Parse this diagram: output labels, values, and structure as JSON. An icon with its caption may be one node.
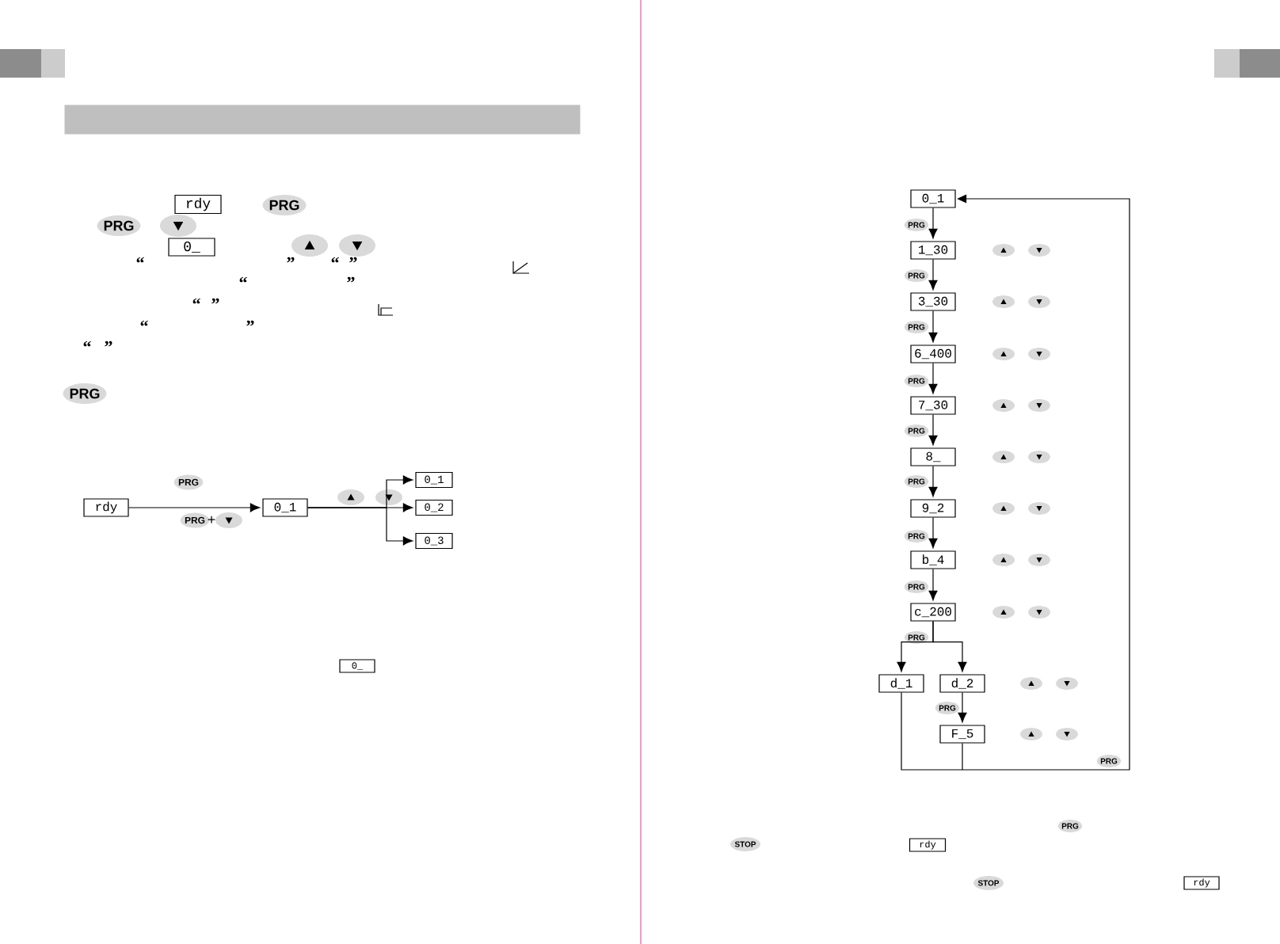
{
  "diagram": {
    "nodes": [
      {
        "text": [
          "rdy"
        ]
      },
      {
        "text": [
          "PRG"
        ]
      },
      {
        "text": [
          "PRG"
        ]
      },
      {
        "text": [
          "0_"
        ]
      },
      {
        "text": [
          "PRG"
        ]
      },
      {
        "text": [
          "PRG"
        ]
      },
      {
        "text": [
          "rdy"
        ]
      },
      {
        "text": [
          "0_1"
        ]
      },
      {
        "text": [
          "0_1"
        ]
      },
      {
        "text": [
          "0_2"
        ]
      },
      {
        "text": [
          "PRG"
        ]
      },
      {
        "text": [
          "0_3"
        ]
      },
      {
        "text": [
          "0_"
        ]
      },
      {
        "text": [
          "0_1"
        ]
      },
      {
        "text": [
          "PRG"
        ]
      },
      {
        "text": [
          "1_30"
        ]
      },
      {
        "text": [
          "PRG"
        ]
      },
      {
        "text": [
          "3_30"
        ]
      },
      {
        "text": [
          "PRG"
        ]
      },
      {
        "text": [
          "6_400"
        ]
      },
      {
        "text": [
          "PRG"
        ]
      },
      {
        "text": [
          "7_30"
        ]
      },
      {
        "text": [
          "PRG"
        ]
      },
      {
        "text": [
          "8_"
        ]
      },
      {
        "text": [
          "PRG"
        ]
      },
      {
        "text": [
          "9_2"
        ]
      },
      {
        "text": [
          "PRG"
        ]
      },
      {
        "text": [
          "b_4"
        ]
      },
      {
        "text": [
          "PRG"
        ]
      },
      {
        "text": [
          "c_200"
        ]
      },
      {
        "text": [
          "PRG"
        ]
      },
      {
        "text": [
          "d_1"
        ]
      },
      {
        "text": [
          "d_2"
        ]
      },
      {
        "text": [
          "PRG"
        ]
      },
      {
        "text": [
          "F_5"
        ]
      },
      {
        "text": [
          "PRG"
        ]
      },
      {
        "text": [
          "PRG"
        ]
      },
      {
        "text": [
          "STOP"
        ]
      },
      {
        "text": [
          "rdy"
        ]
      },
      {
        "text": [
          "STOP"
        ]
      },
      {
        "text": [
          "rdy"
        ]
      },
      {
        "text": [],
        "shape": "bar"
      }
    ],
    "edges": [
      {
        "from": 6,
        "to": 7,
        "arrow": "to"
      },
      {
        "from": 7,
        "to": 8,
        "arrow": "to"
      },
      {
        "from": 7,
        "to": 9,
        "arrow": "to"
      },
      {
        "from": 7,
        "to": 11,
        "arrow": "to"
      },
      {
        "from": 13,
        "to": 15,
        "arrow": "to"
      },
      {
        "from": 15,
        "to": 17,
        "arrow": "to"
      },
      {
        "from": 17,
        "to": 19,
        "arrow": "to"
      },
      {
        "from": 19,
        "to": 21,
        "arrow": "to"
      },
      {
        "from": 21,
        "to": 23,
        "arrow": "to"
      },
      {
        "from": 23,
        "to": 25,
        "arrow": "to"
      },
      {
        "from": 25,
        "to": 27,
        "arrow": "to"
      },
      {
        "from": 27,
        "to": 29,
        "arrow": "to"
      },
      {
        "from": 29,
        "to": 31,
        "arrow": "to"
      },
      {
        "from": 29,
        "to": 32,
        "arrow": "to"
      },
      {
        "from": 32,
        "to": 34,
        "arrow": "to"
      },
      {
        "from": 31,
        "to": 13,
        "arrow": "to"
      },
      {
        "from": 34,
        "to": 13,
        "arrow": "to"
      }
    ],
    "labels": [
      "“",
      "”",
      "“",
      "”",
      "“",
      "”",
      "“",
      "”",
      "“",
      "”",
      "“",
      "”",
      "+"
    ]
  }
}
